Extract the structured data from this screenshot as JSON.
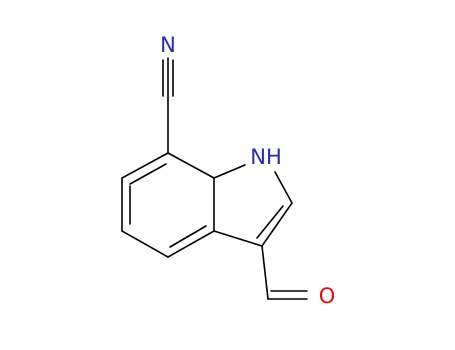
{
  "molecule": {
    "atoms": {
      "nitrile_n": {
        "symbol": "N",
        "color": "#2a2aa5"
      },
      "ring_nh": {
        "symbol": "NH",
        "color": "#2a2aa5"
      },
      "aldehyde_o": {
        "symbol": "O",
        "color": "#e01010"
      }
    },
    "bond_color": "#000000",
    "background": "#ffffff"
  }
}
